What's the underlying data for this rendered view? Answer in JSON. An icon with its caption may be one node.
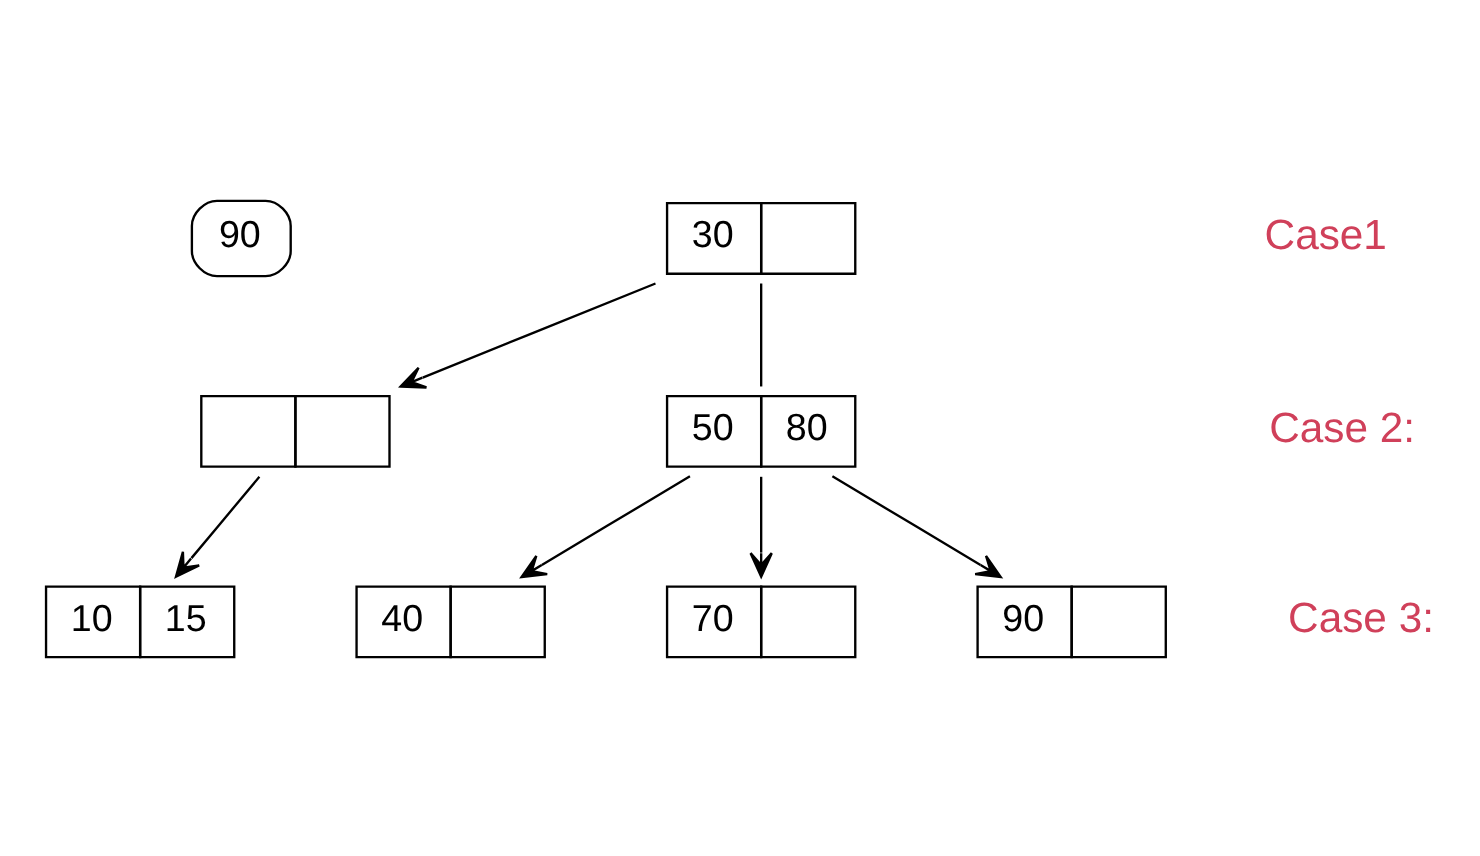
{
  "diagram": {
    "nodes": [
      {
        "text": [
          "90"
        ]
      },
      {
        "text": [
          "30"
        ]
      },
      {
        "text": [],
        "shape": "box"
      },
      {
        "text": [
          "50",
          "80"
        ]
      },
      {
        "text": [
          "10",
          "15"
        ]
      },
      {
        "text": [
          "40"
        ]
      },
      {
        "text": [
          "70"
        ]
      },
      {
        "text": [
          "90"
        ]
      }
    ],
    "edges": [
      {
        "from": 1,
        "to": 2,
        "arrow": "to"
      },
      {
        "from": 1,
        "to": 3,
        "arrow": "none"
      },
      {
        "from": 2,
        "to": 4,
        "arrow": "to"
      },
      {
        "from": 3,
        "to": 5,
        "arrow": "to"
      },
      {
        "from": 3,
        "to": 6,
        "arrow": "to"
      },
      {
        "from": 3,
        "to": 7,
        "arrow": "to"
      }
    ],
    "labels": [
      "Case1",
      "Case 2:",
      "Case 3:"
    ]
  }
}
